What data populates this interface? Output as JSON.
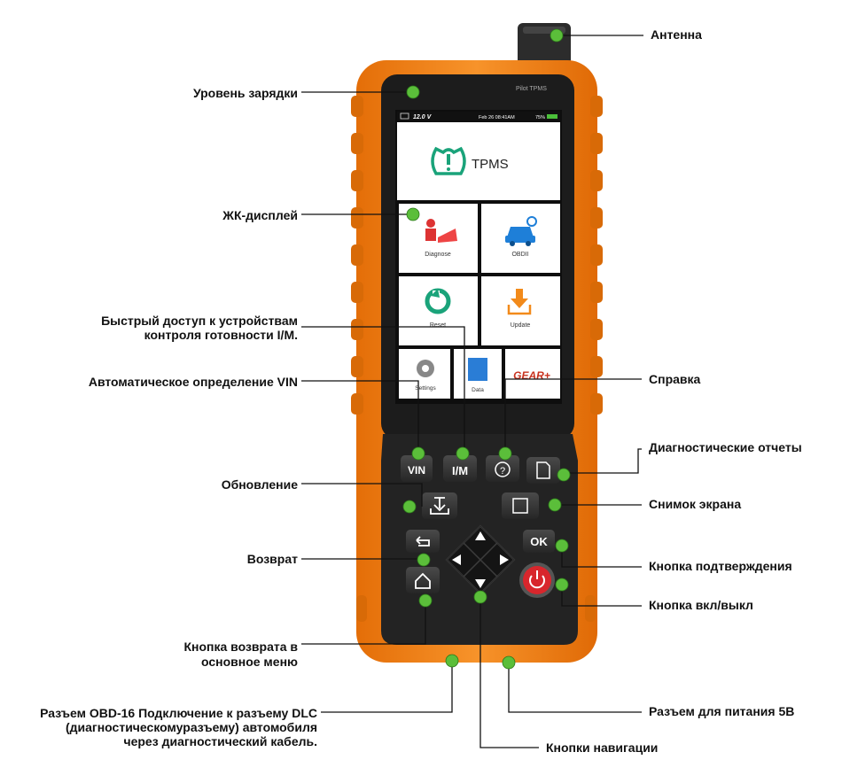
{
  "device": {
    "brand_label": "Pilot TPMS",
    "status_voltage": "12.0 V",
    "status_datetime": "Feb 26 08:41AM",
    "status_battery": "75%",
    "apps": {
      "tpms": "TPMS",
      "diagnose": "Diagnose",
      "obd": "OBDII",
      "reset": "Reset",
      "update": "Update",
      "settings": "Settings",
      "data": "Data",
      "gear": "GEAR+"
    },
    "keys": {
      "vin": "VIN",
      "im": "I/M",
      "help": "?",
      "ok": "OK"
    }
  },
  "labels": {
    "antenna": "Антенна",
    "charge_level": "Уровень зарядки",
    "lcd": "ЖК-дисплей",
    "im_quick_1": "Быстрый доступ к устройствам",
    "im_quick_2": "контроля готовности I/M.",
    "vin_auto": "Автоматическое определение VIN",
    "help": "Справка",
    "reports": "Диагностические отчеты",
    "update": "Обновление",
    "screenshot": "Снимок экрана",
    "back": "Возврат",
    "confirm": "Кнопка подтверждения",
    "power": "Кнопка вкл/выкл",
    "home_1": "Кнопка возврата в",
    "home_2": "основное меню",
    "obd_1": "Разъем OBD-16 Подключение к разъему DLC",
    "obd_2": "(диагностическомуразъему) автомобиля",
    "obd_3": "через диагностический кабель.",
    "power5v": "Разъем для питания 5В",
    "nav": "Кнопки навигации"
  },
  "colors": {
    "orange": "#f07f16",
    "orange_dark": "#c75f06",
    "body_dark": "#1f1f1f",
    "key_face": "#3b3b3b",
    "dot_green": "#5bbe3a",
    "screen_bg": "#e9e9e9",
    "power_red": "#d8262c"
  }
}
